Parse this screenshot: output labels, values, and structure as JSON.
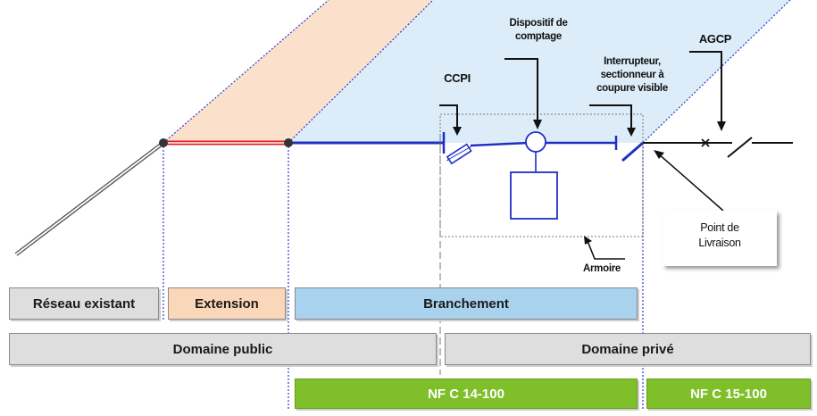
{
  "labels": {
    "ccpi": "CCPI",
    "dispositif": "Dispositif de\ncomptage",
    "interrupteur": "Interrupteur,\nsectionneur à\ncoupure visible",
    "agcp": "AGCP",
    "point_livraison": "Point de\nLivraison",
    "armoire": "Armoire"
  },
  "bars": {
    "reseau_existant": "Réseau existant",
    "extension": "Extension",
    "branchement": "Branchement",
    "domaine_public": "Domaine public",
    "domaine_prive": "Domaine privé",
    "nfc14": "NF C 14-100",
    "nfc15": "NF C 15-100"
  },
  "colors": {
    "extension_fill": "#fad7b8",
    "branchement_fill": "#a9d2ee",
    "branchement_zone": "#dcecf8",
    "extension_zone": "#fbe0cb",
    "grey_fill": "#dedede",
    "green_fill": "#7fbf2a",
    "line_blue": "#1f2fc4",
    "line_red": "#e02020"
  }
}
